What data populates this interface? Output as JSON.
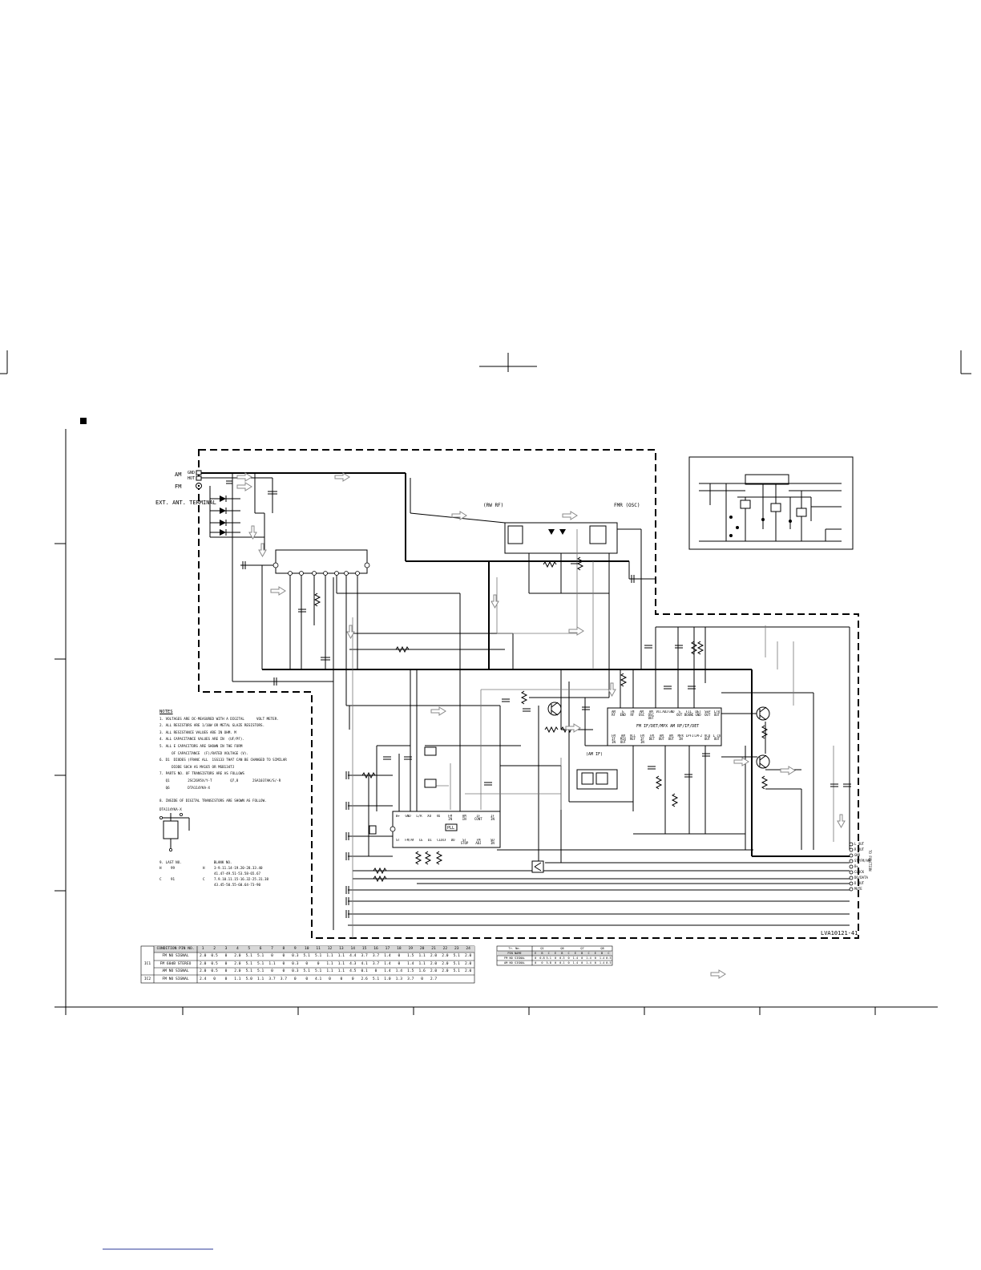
{
  "antenna": {
    "am_label": "AM",
    "gnd_label": "GND",
    "hot_label": "HOT",
    "fm_label": "FM",
    "ext_label": "EXT. ANT. TERMINAL"
  },
  "blocks": {
    "rf_label": "(RW RF)",
    "osc_label": "FMR (OSC)",
    "am_if_label": "(AM IF)",
    "ic_main_desc": "FM IF/DET/MPX  AM RF/IF/DET",
    "ic_main_pins_top": [
      "AM RF",
      "G END",
      "FM RF",
      "AM OSC",
      "AM OSC OUT",
      "VCC",
      "ADJ",
      "GND",
      "S OUT",
      "FIL BOUND",
      "DET GND",
      "SEP OUT",
      "L/R OUT"
    ],
    "ic_main_pins_bottom": [
      "FM IF IN",
      "AM MIX OUT",
      "VCC REF",
      "FM IF IN",
      "FM DET",
      "AM OUT",
      "AM OUT",
      "MPX IN",
      "LPF1",
      "LPF2",
      "VCO OUT",
      "L ch OUT"
    ],
    "ic_pll_pins_top": [
      "B+",
      "GND",
      "L/R",
      "XO",
      "XO",
      "FM IN",
      "AM IN",
      "IF CONT",
      "IF IN"
    ],
    "ic_pll_pins_bottom": [
      "ST",
      "FM/AM",
      "CE",
      "DI",
      "CLOCK",
      "DO",
      "ST STOP",
      "FM ADJ",
      "SD IN"
    ]
  },
  "notes": {
    "title": "NOTES",
    "items": [
      "1. VOLTAGES ARE DC-MEASURED WITH A DIGITAL      VOLT METER.",
      "2. ALL RESISTORS ARE 1/10W OR METAL GLAZE RESISTORS.",
      "3. ALL RESISTANCE VALUES ARE IN OHM. M",
      "4. ALL CAPACITANCE VALUES ARE IN  (UF/PF).",
      "5. ALL E CAPACITORS ARE SHOWN IN THE FORM",
      "      OF CAPACITANCE  (F)/RATED VOLTAGE (V).",
      "6. D1  DIODES (FRANC ALL  1SS133 THAT CAN BE CHANGED TO SIMILAR",
      "      DIODE SUCH AS MA165 OR MSB134TJ",
      "7. PARTS NO. OF TRANSISTORS ARE AS FOLLOWS",
      "   Q1         2SC2695X/Y-T         Q7,8       2SA1037AK/S/-R",
      "   Q6         DTA114YKA-X"
    ],
    "item8": "8. INSIDE OF DIGITAL TRANSISTORS ARE SHOWN      AS FOLLOW.",
    "transistor_name": "DTA114YKA-X",
    "item9_header": [
      "9. LAST NO.",
      "BLANK NO."
    ],
    "item9_rows": [
      [
        "H",
        "99",
        "H",
        "3-9.11.14-19.20-28.33.40",
        "41.47-49.51-53.58-65.67"
      ],
      [
        "C",
        "91",
        "C",
        "7.9.10.11.15-16.32-25.31.38",
        "43.45-50.55-60.64-73-90"
      ]
    ]
  },
  "right_labels": [
    "L OUT",
    "R OUT",
    "GND",
    "ST/FM/AM",
    "B+",
    "CLOCK",
    "DO/DATA",
    "D OUT",
    "MUTE"
  ],
  "right_side_tag": "TO FUNCTION",
  "drawing_code": "LVA10121-41",
  "voltage_table": {
    "header": [
      "CONDITION PIN NO.",
      "1",
      "2",
      "3",
      "4",
      "5",
      "6",
      "7",
      "8",
      "9",
      "10",
      "11",
      "12",
      "13",
      "14",
      "15",
      "16",
      "17",
      "18",
      "19",
      "20",
      "21",
      "22",
      "23",
      "24"
    ],
    "ic_labels": [
      "IC1",
      "IC2"
    ],
    "rows": [
      [
        "FM NO SIGNAL",
        "2.0",
        "0.5",
        "0",
        "2.0",
        "5.1",
        "5.1",
        "0",
        "0",
        "0.3",
        "5.1",
        "5.1",
        "1.1",
        "1.1",
        "4.4",
        "3.7",
        "3.7",
        "1.4",
        "0",
        "1.5",
        "1.1",
        "2.0",
        "2.0",
        "5.1",
        "2.0"
      ],
      [
        "FM 60dB STEREO",
        "2.0",
        "0.5",
        "0",
        "2.0",
        "5.1",
        "5.1",
        "1.1",
        "0",
        "0.3",
        "0",
        "0",
        "1.1",
        "1.1",
        "4.3",
        "4.1",
        "3.7",
        "1.4",
        "0",
        "1.4",
        "1.1",
        "2.0",
        "2.0",
        "5.1",
        "2.0"
      ],
      [
        "AM NO SIGNAL",
        "2.0",
        "0.5",
        "0",
        "2.0",
        "5.1",
        "5.1",
        "0",
        "0",
        "0.3",
        "5.1",
        "5.1",
        "1.1",
        "1.1",
        "4.5",
        "0.1",
        "0",
        "1.4",
        "1.4",
        "1.5",
        "1.6",
        "2.0",
        "2.0",
        "5.1",
        "2.0"
      ],
      [
        "FM NO SIGNAL",
        "2.4",
        "0",
        "0",
        "1.1",
        "5.0",
        "1.1",
        "3.7",
        "3.7",
        "0",
        "0",
        "4.1",
        "0",
        "0",
        "0",
        "2.6",
        "5.1",
        "1.0",
        "1.3",
        "3.7",
        "0",
        "2.7",
        "",
        "",
        ""
      ]
    ]
  },
  "transistor_table": {
    "header": [
      "Tr. No.",
      "Q1",
      "Q6",
      "Q7",
      "Q8"
    ],
    "subheader": [
      "PIN NAME",
      "E",
      "B",
      "C",
      "E",
      "B",
      "C",
      "E",
      "B",
      "C",
      "E",
      "B",
      "C"
    ],
    "rows": [
      [
        "FM NO SIGNAL",
        "0",
        "0.8",
        "5.1",
        "0",
        "0.3",
        "0",
        "1.4",
        "0",
        "1.4",
        "0",
        "1.4",
        "0.5"
      ],
      [
        "AM NO SIGNAL",
        "0",
        "0",
        "5.8",
        "0",
        "0.1",
        "0",
        "1.4",
        "0",
        "1.4",
        "0",
        "1.4",
        "0.5"
      ]
    ]
  },
  "pll_chip_mark": "PLL",
  "signal_arrow_color": "#888888"
}
